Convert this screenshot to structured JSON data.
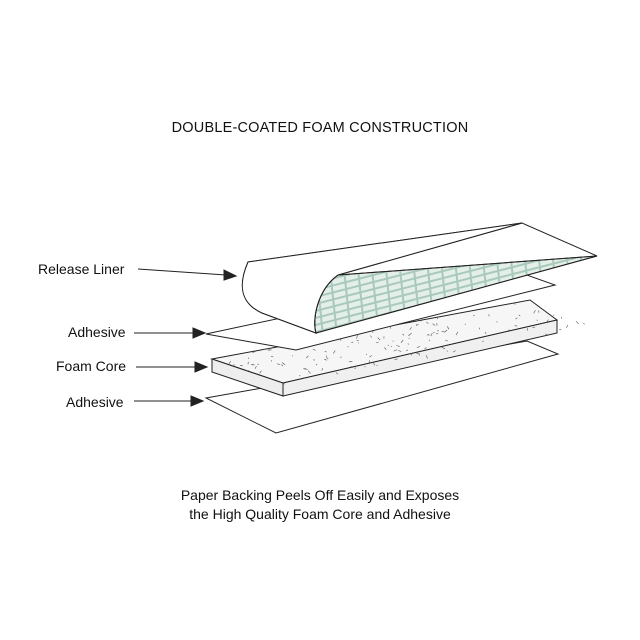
{
  "title": "DOUBLE-COATED FOAM CONSTRUCTION",
  "labels": {
    "release_liner": "Release Liner",
    "adhesive_top": "Adhesive",
    "foam_core": "Foam Core",
    "adhesive_bottom": "Adhesive"
  },
  "caption": {
    "line1": "Paper Backing Peels Off Easily and Exposes",
    "line2": "the High Quality Foam Core and Adhesive"
  },
  "colors": {
    "liner_fill": "#e4efe9",
    "liner_grid": "#a9c9bb",
    "foam_top": "#f6f6f6",
    "foam_front": "#eeeeee",
    "outline": "#222222",
    "text": "#111111"
  }
}
